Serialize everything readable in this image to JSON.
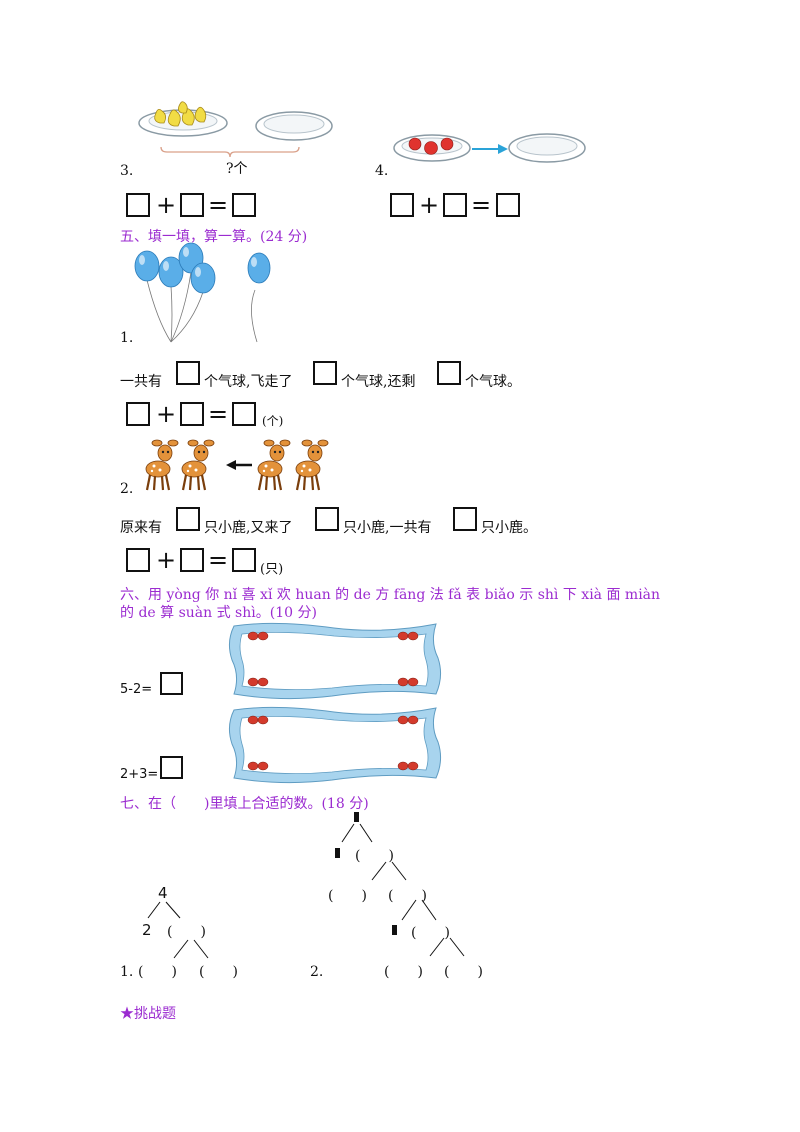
{
  "top": {
    "q3_label": "3.",
    "q3_brace_label": "?个",
    "q4_label": "4."
  },
  "ops": {
    "plus": "+",
    "equals": "="
  },
  "section5": {
    "title": "五、填一填，算一算。(24 分)",
    "q1": {
      "label": "1.",
      "s1": "一共有",
      "s2": "个气球,飞走了",
      "s3": "个气球,还剩",
      "s4": "个气球。",
      "unit": "(个)"
    },
    "q2": {
      "label": "2.",
      "s1": "原来有",
      "s2": "只小鹿,又来了",
      "s3": "只小鹿,一共有",
      "s4": "只小鹿。",
      "unit": "(只)"
    }
  },
  "section6": {
    "line1": "六、用 yòng 你 nǐ 喜 xǐ 欢 huan 的 de 方 fāng 法 fǎ 表 biǎo 示 shì 下 xià 面 miàn",
    "line2": "的 de 算 suàn 式 shì。(10 分)",
    "eq1": "5-2=",
    "eq2": "2+3="
  },
  "section7": {
    "title": "七、在（　　)里填上合适的数。(18 分)",
    "tree1": {
      "label": "1.",
      "top": "4",
      "mid": "2",
      "paren": "(　　)"
    },
    "tree2": {
      "label": "2.",
      "paren": "(　　)"
    },
    "paren_text": "(　　)"
  },
  "challenge": {
    "title": "★挑战题"
  },
  "colors": {
    "accent": "#9b2bd0",
    "balloon": "#5aaee8",
    "apple": "#e0332e",
    "pear": "#f1dc45",
    "deer": "#e3923a",
    "frame": "#a8d4ee"
  }
}
